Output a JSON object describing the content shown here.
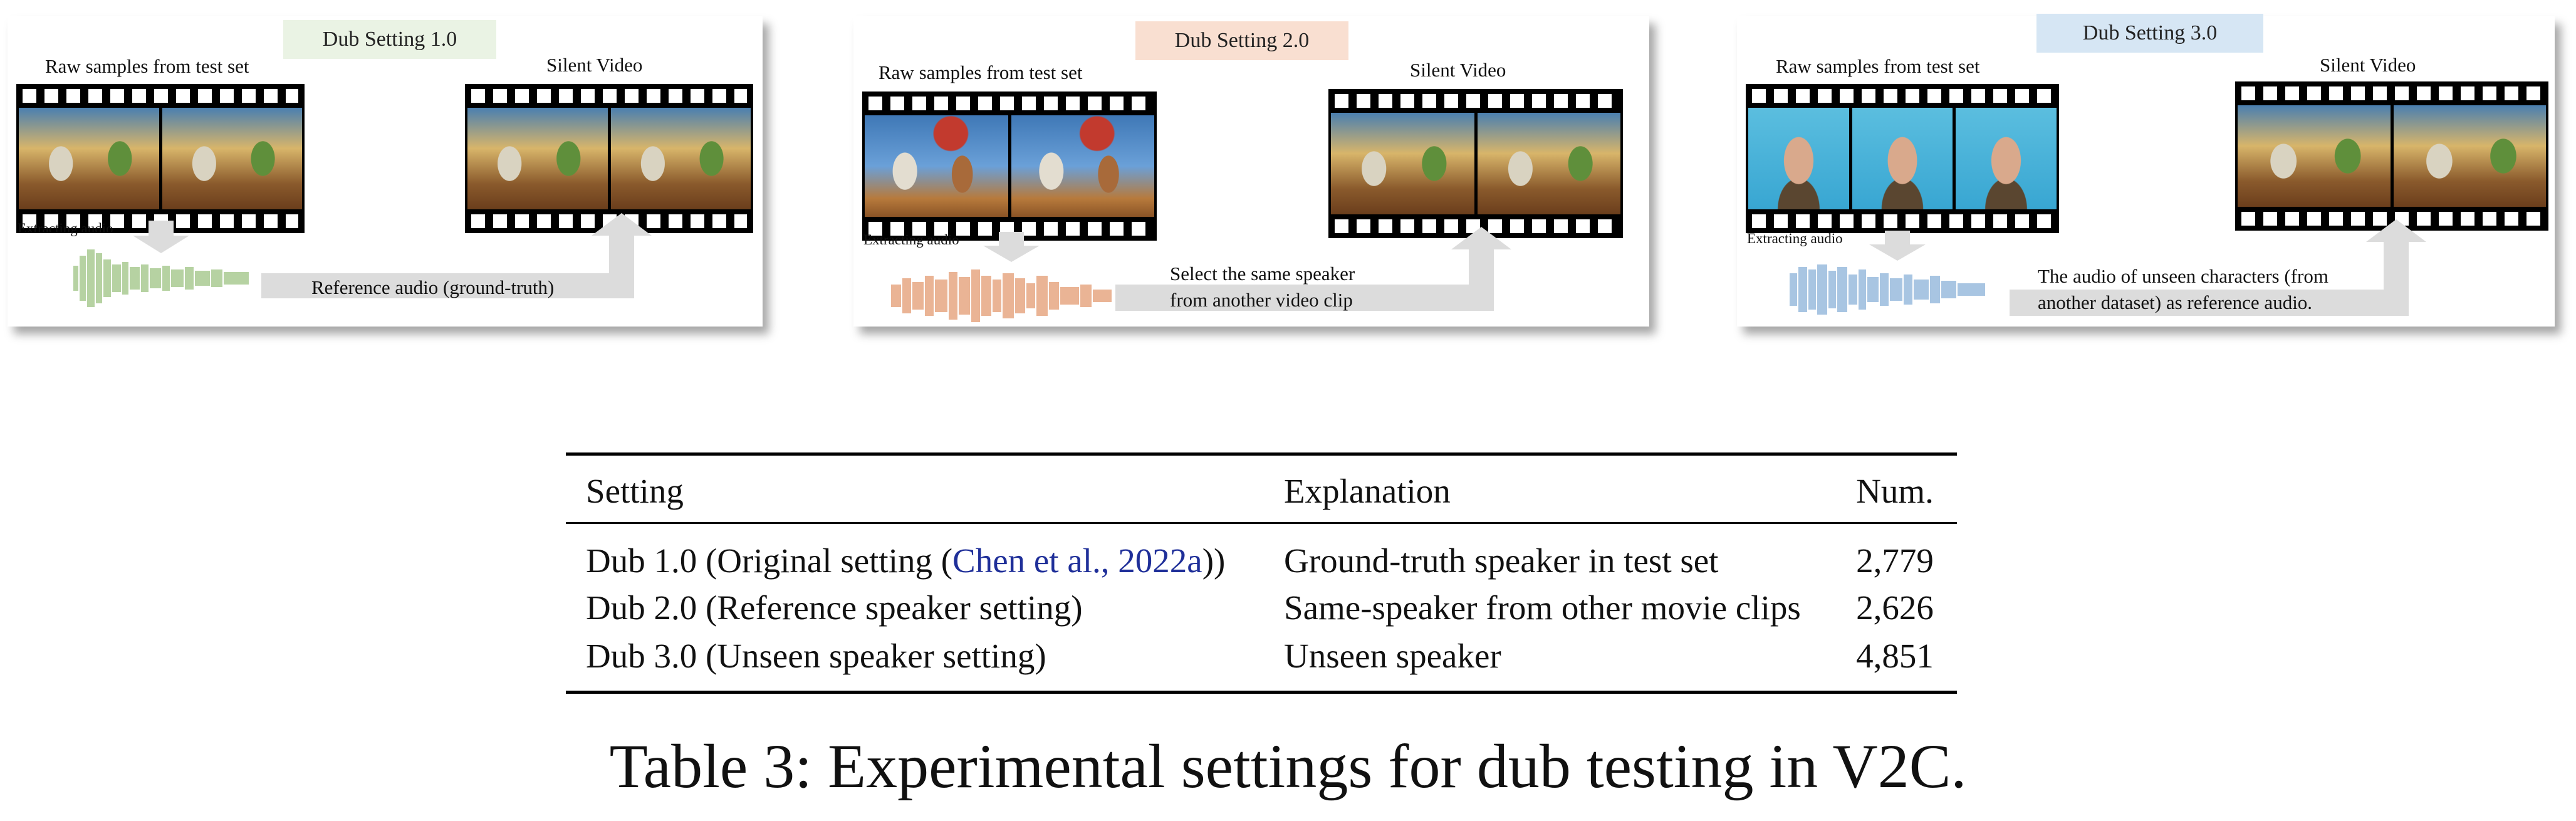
{
  "figure": {
    "panels": [
      {
        "tag": "Dub Setting 1.0",
        "tag_color": "#eaf3e4",
        "raw_label": "Raw samples from test set",
        "silent_label": "Silent Video",
        "extract_label": "Extracting audio",
        "audio_color": "#b6d2a2",
        "note_lines": [
          "Reference audio (ground-truth)"
        ]
      },
      {
        "tag": "Dub Setting 2.0",
        "tag_color": "#f9dfd1",
        "raw_label": "Raw samples from test set",
        "silent_label": "Silent Video",
        "extract_label": "Extracting audio",
        "audio_color": "#eab495",
        "note_lines": [
          "Select the same speaker",
          "from another video clip"
        ]
      },
      {
        "tag": "Dub Setting 3.0",
        "tag_color": "#d6e6f4",
        "raw_label": "Raw samples from test set",
        "silent_label": "Silent Video",
        "extract_label": "Extracting audio",
        "audio_color": "#a8c5e2",
        "note_lines": [
          "The audio of unseen characters (from",
          "another dataset) as reference audio."
        ]
      }
    ]
  },
  "table": {
    "headers": [
      "Setting",
      "Explanation",
      "Num."
    ],
    "rows": [
      {
        "setting_prefix": "Dub 1.0 (Original setting (",
        "citation": "Chen et al., 2022a",
        "setting_suffix": "))",
        "explanation": "Ground-truth speaker in test set",
        "num": "2,779"
      },
      {
        "setting_prefix": "Dub 2.0 (Reference speaker setting)",
        "citation": "",
        "setting_suffix": "",
        "explanation": "Same-speaker from other movie clips",
        "num": "2,626"
      },
      {
        "setting_prefix": "Dub 3.0 (Unseen speaker setting)",
        "citation": "",
        "setting_suffix": "",
        "explanation": "Unseen speaker",
        "num": "4,851"
      }
    ],
    "caption": "Table 3: Experimental settings for dub testing in V2C."
  }
}
